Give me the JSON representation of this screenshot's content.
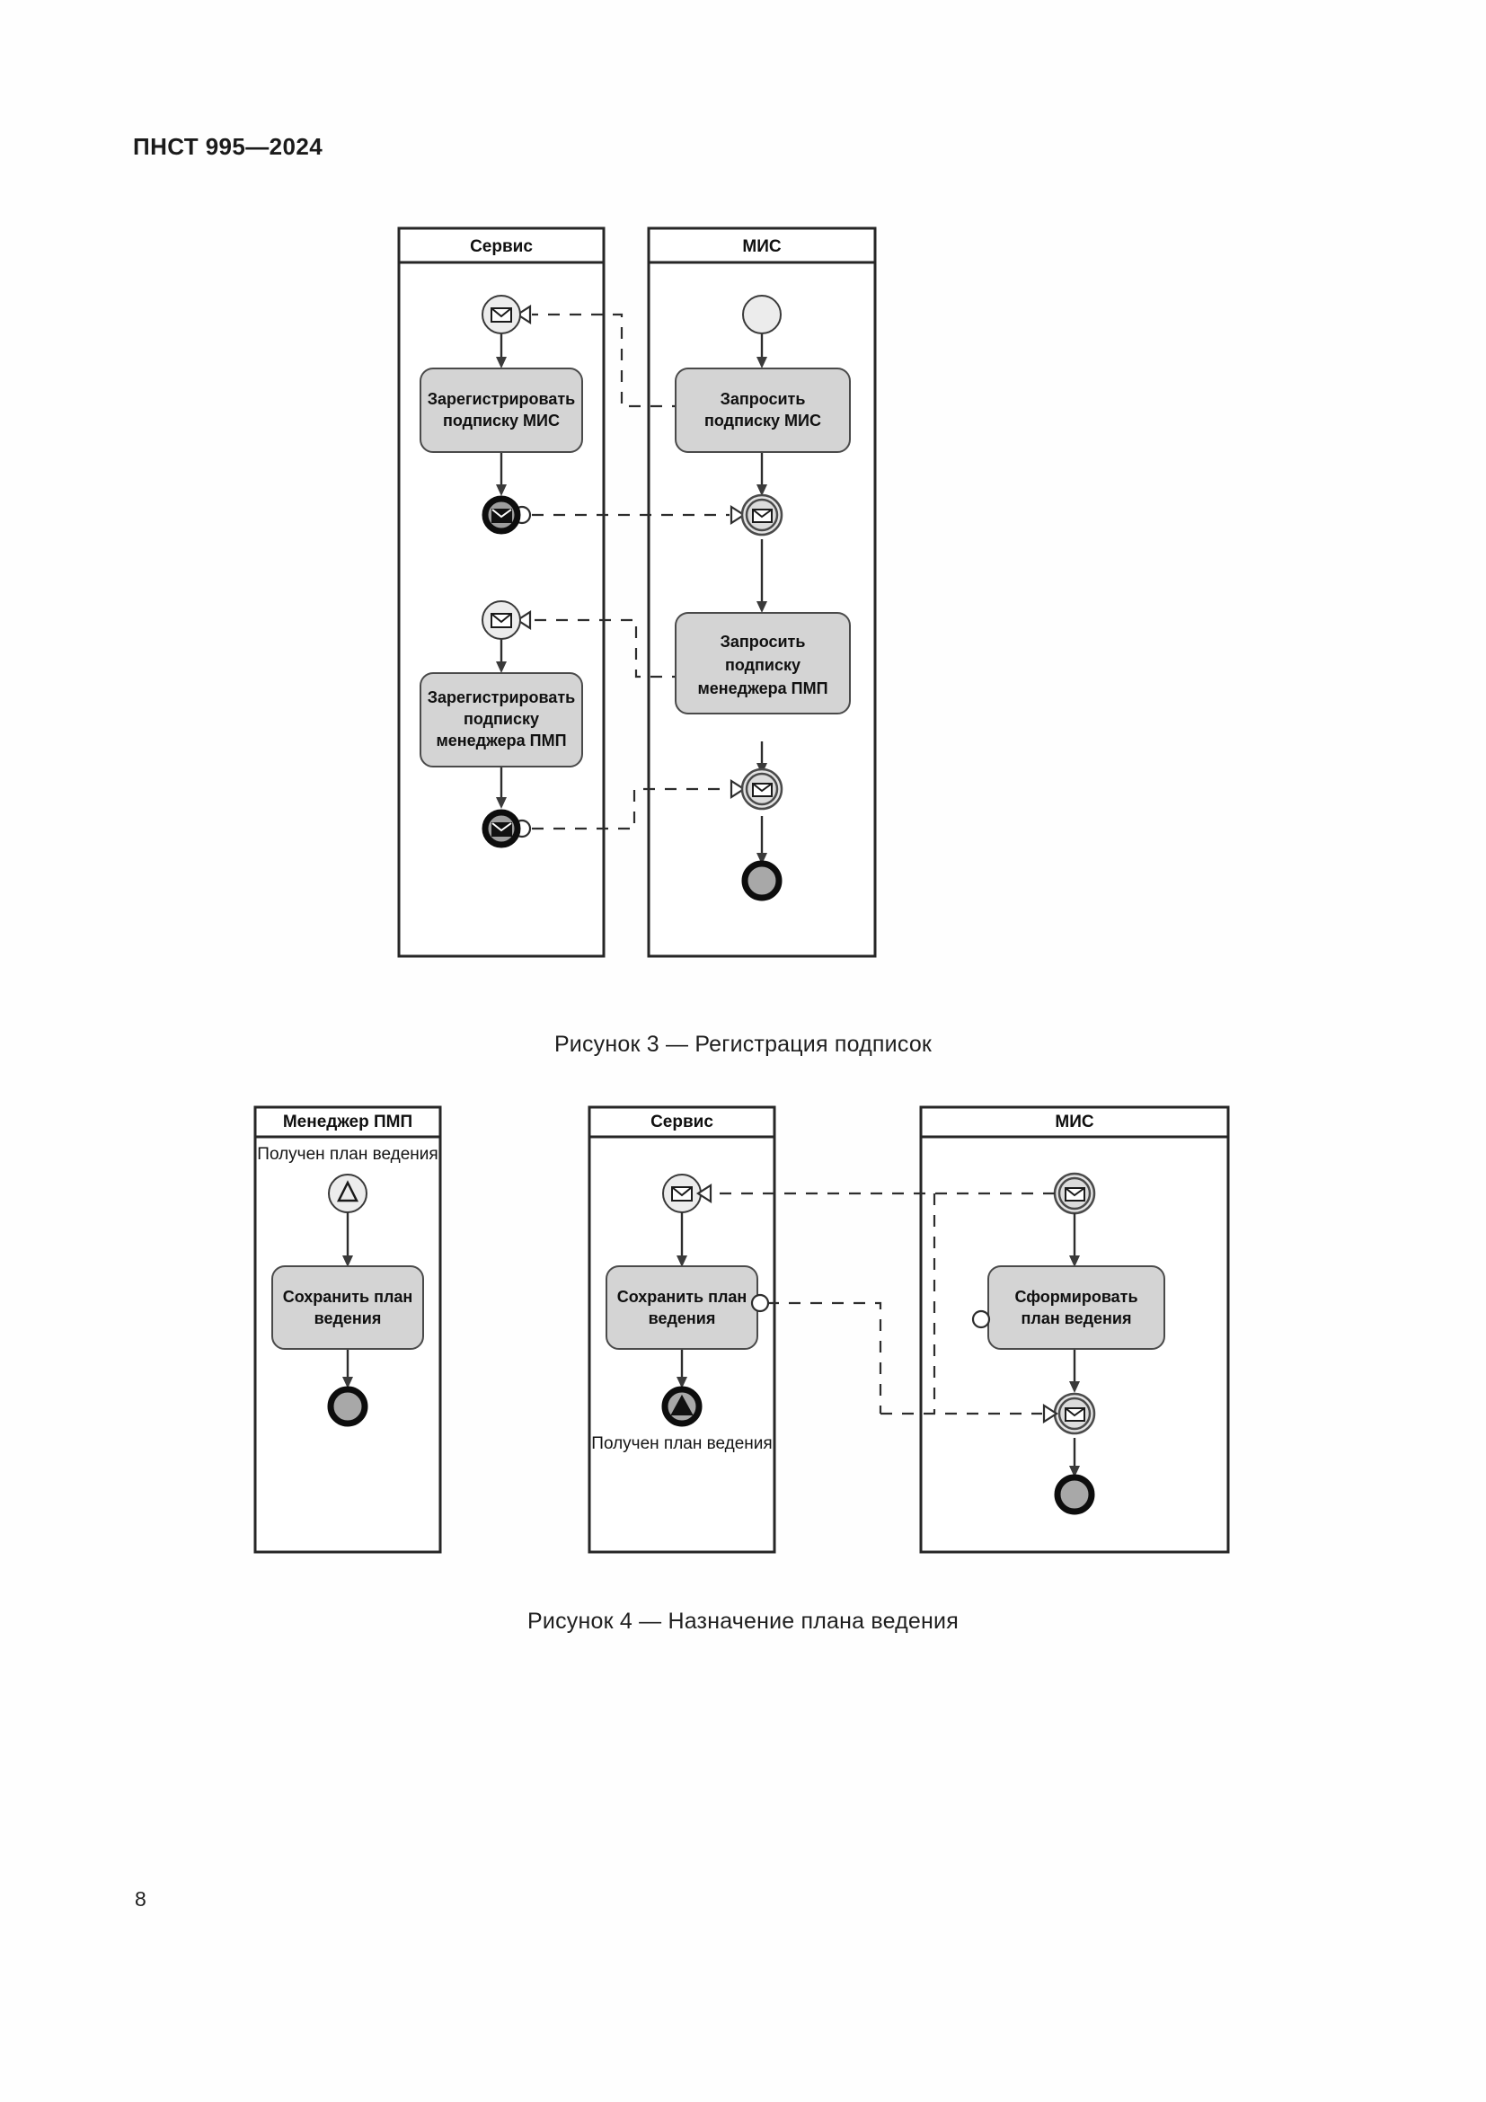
{
  "document": {
    "header": "ПНСТ 995—2024",
    "page_number": "8"
  },
  "figures": [
    {
      "id": "fig3",
      "caption": "Рисунок 3 — Регистрация подписок",
      "pools": [
        {
          "name": "Сервис",
          "elements": [
            {
              "kind": "message-start-event",
              "icon": "envelope-icon",
              "label": ""
            },
            {
              "kind": "task",
              "label_lines": [
                "Зарегистрировать",
                "подписку МИС"
              ]
            },
            {
              "kind": "message-end-event",
              "icon": "envelope-icon",
              "label": ""
            },
            {
              "kind": "message-start-event",
              "icon": "envelope-icon",
              "label": ""
            },
            {
              "kind": "task",
              "label_lines": [
                "Зарегистрировать",
                "подписку",
                "менеджера ПМП"
              ]
            },
            {
              "kind": "message-end-event",
              "icon": "envelope-icon",
              "label": ""
            }
          ]
        },
        {
          "name": "МИС",
          "elements": [
            {
              "kind": "start-event",
              "icon": "circle-icon",
              "label": ""
            },
            {
              "kind": "task",
              "label_lines": [
                "Запросить",
                "подписку МИС"
              ]
            },
            {
              "kind": "intermediate-message-event",
              "icon": "envelope-icon",
              "label": ""
            },
            {
              "kind": "task",
              "label_lines": [
                "Запросить",
                "подписку",
                "менеджера ПМП"
              ]
            },
            {
              "kind": "intermediate-message-event",
              "icon": "envelope-icon",
              "label": ""
            },
            {
              "kind": "end-event",
              "icon": "circle-icon",
              "label": ""
            }
          ]
        }
      ]
    },
    {
      "id": "fig4",
      "caption": "Рисунок 4 — Назначение плана ведения",
      "pools": [
        {
          "name": "Менеджер ПМП",
          "elements": [
            {
              "kind": "signal-start-event",
              "icon": "triangle-icon",
              "label": "Получен план ведения"
            },
            {
              "kind": "task",
              "label_lines": [
                "Сохранить план",
                "ведения"
              ]
            },
            {
              "kind": "end-event",
              "icon": "circle-icon",
              "label": ""
            }
          ]
        },
        {
          "name": "Сервис",
          "elements": [
            {
              "kind": "message-start-event",
              "icon": "envelope-icon",
              "label": ""
            },
            {
              "kind": "task",
              "label_lines": [
                "Сохранить план",
                "ведения"
              ]
            },
            {
              "kind": "signal-end-event",
              "icon": "triangle-icon",
              "label": "Получен план ведения"
            }
          ]
        },
        {
          "name": "МИС",
          "elements": [
            {
              "kind": "intermediate-message-event",
              "icon": "envelope-icon",
              "label": ""
            },
            {
              "kind": "task",
              "label_lines": [
                "Сформировать",
                "план ведения"
              ]
            },
            {
              "kind": "intermediate-message-event",
              "icon": "envelope-icon",
              "label": ""
            },
            {
              "kind": "end-event",
              "icon": "circle-icon",
              "label": ""
            }
          ]
        }
      ]
    }
  ],
  "labels": {
    "fig3_pool_service": "Сервис",
    "fig3_pool_mis": "МИС",
    "fig3_t1": "Зарегистрировать",
    "fig3_t1b": "подписку МИС",
    "fig3_t2": "Зарегистрировать",
    "fig3_t2b": "подписку",
    "fig3_t2c": "менеджера ПМП",
    "fig3_t3": "Запросить",
    "fig3_t3b": "подписку МИС",
    "fig3_t4": "Запросить",
    "fig3_t4b": "подписку",
    "fig3_t4c": "менеджера ПМП",
    "fig4_pool_manager": "Менеджер ПМП",
    "fig4_pool_service": "Сервис",
    "fig4_pool_mis": "МИС",
    "fig4_start_label": "Получен план ведения",
    "fig4_end_label": "Получен план ведения",
    "fig4_t1": "Сохранить план",
    "fig4_t1b": "ведения",
    "fig4_t2": "Сохранить план",
    "fig4_t2b": "ведения",
    "fig4_t3": "Сформировать",
    "fig4_t3b": "план ведения"
  },
  "colors": {
    "task_fill": "#d4d4d4",
    "pool_stroke": "#262626",
    "event_gray": "#a8a8a8",
    "line": "#2d2d2d"
  }
}
